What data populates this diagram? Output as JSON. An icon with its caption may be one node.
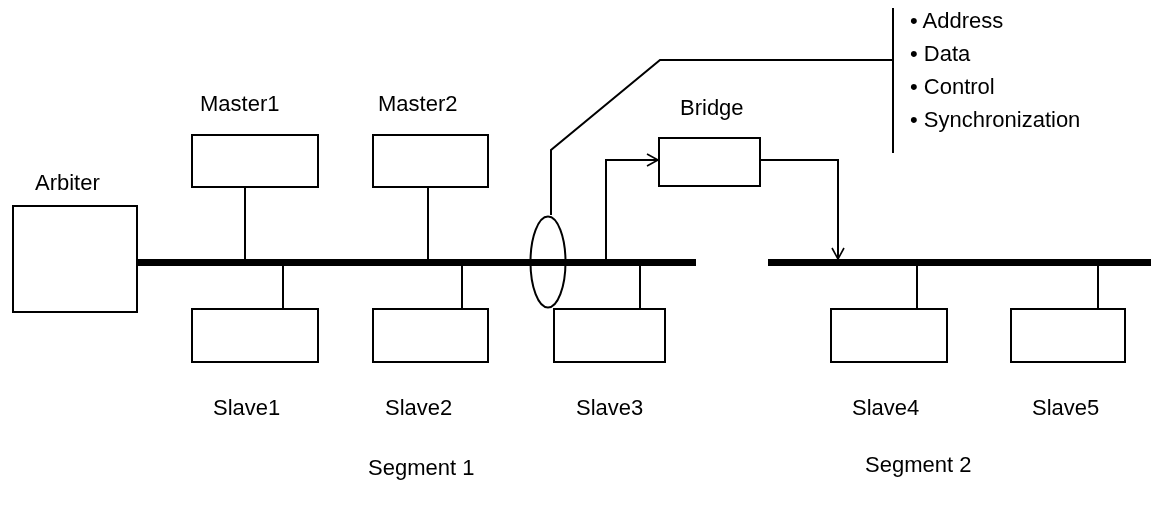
{
  "diagram": {
    "nodes": [
      {
        "text": [
          "Arbiter"
        ]
      },
      {
        "text": [
          "Master1"
        ]
      },
      {
        "text": [
          "Master2"
        ]
      },
      {
        "text": [
          "Bridge"
        ]
      },
      {
        "text": [
          "Slave1"
        ]
      },
      {
        "text": [
          "Slave2"
        ]
      },
      {
        "text": [
          "Slave3"
        ]
      },
      {
        "text": [
          "Slave4"
        ]
      },
      {
        "text": [
          "Slave5"
        ]
      },
      {
        "text": [],
        "shape": "bar"
      },
      {
        "text": [],
        "shape": "bar"
      },
      {
        "text": [],
        "shape": "ellipse"
      },
      {
        "text": [
          "• Address",
          "• Data",
          "• Control",
          "• Synchronization"
        ]
      }
    ],
    "edges": [
      {
        "from": 0,
        "to": 9,
        "arrow": "none",
        "style": "thick"
      },
      {
        "from": 1,
        "to": 9,
        "arrow": "none"
      },
      {
        "from": 2,
        "to": 9,
        "arrow": "none"
      },
      {
        "from": 4,
        "to": 9,
        "arrow": "none"
      },
      {
        "from": 5,
        "to": 9,
        "arrow": "none"
      },
      {
        "from": 6,
        "to": 9,
        "arrow": "none"
      },
      {
        "from": 9,
        "to": 3,
        "arrow": "to"
      },
      {
        "from": 3,
        "to": 10,
        "arrow": "to"
      },
      {
        "from": 7,
        "to": 10,
        "arrow": "none"
      },
      {
        "from": 8,
        "to": 10,
        "arrow": "none"
      },
      {
        "from": 12,
        "to": 11,
        "arrow": "none"
      }
    ],
    "labels": [
      "Segment 1",
      "Segment 2"
    ]
  }
}
